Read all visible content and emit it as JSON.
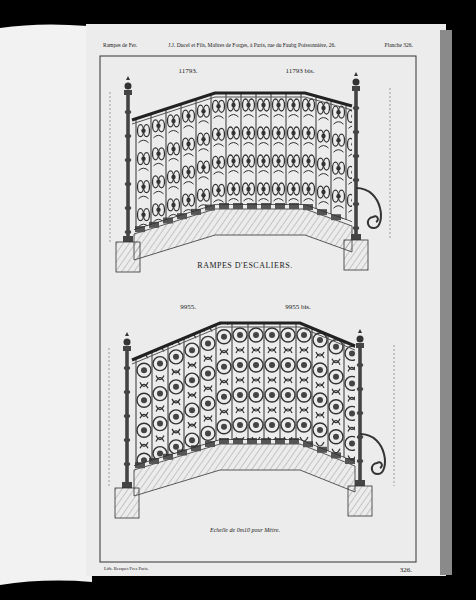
{
  "diagram": {
    "title": "RAMPES D'ESCALIERS.",
    "caption": "Echelle de 0m10 pour Mètre.",
    "labels": [
      "Rampes de Fer.",
      "J.J. Ducel et Fils, Maîtres de Forges, à Paris, rue du Faubg Poissonnière, 26.",
      "Planche 326.",
      "11793.",
      "11793 bis.",
      "9955.",
      "9955 bis.",
      "Lith. Becquet Fres Paris.",
      "326."
    ]
  }
}
